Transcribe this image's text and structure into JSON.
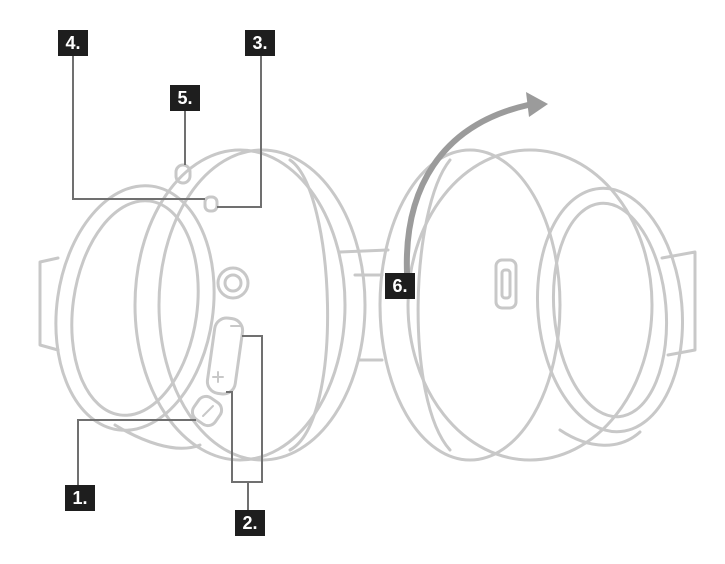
{
  "callouts": {
    "c1": "1.",
    "c2": "2.",
    "c3": "3.",
    "c4": "4.",
    "c5": "5.",
    "c6": "6."
  },
  "colors": {
    "outline": "#c8c8c8",
    "arrow": "#9b9b9b",
    "leader": "#707070",
    "badge": "#1e1e1e",
    "badge_text": "#ffffff"
  }
}
